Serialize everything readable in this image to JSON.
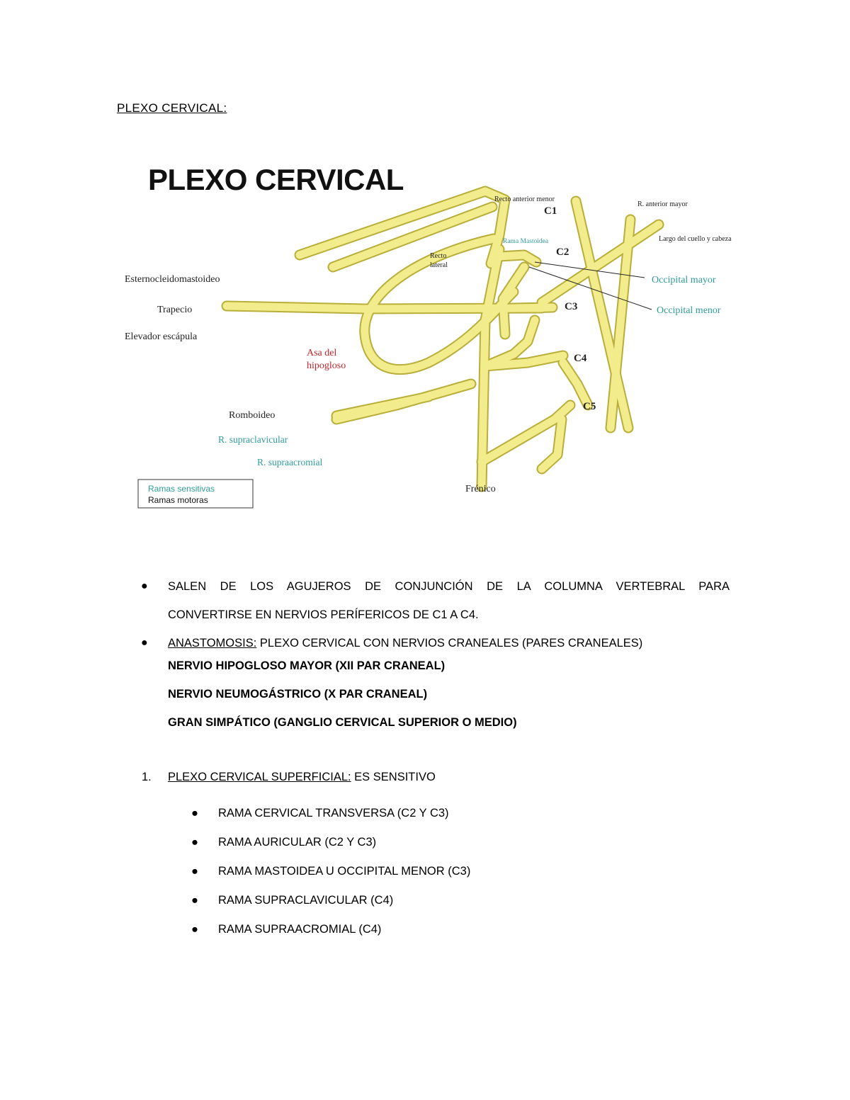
{
  "heading": "PLEXO CERVICAL:",
  "figure": {
    "title": "PLEXO CERVICAL",
    "labels": {
      "recto_anterior_menor": "Recto anterior menor",
      "c1": "C1",
      "c2": "C2",
      "c3": "C3",
      "c4": "C4",
      "c5": "C5",
      "r_anterior_mayor": "R. anterior mayor",
      "largo_cuello": "Largo del cuello y cabeza",
      "rama_mastoidea": "Rama Mastoidea",
      "recto_lateral_1": "Recto",
      "recto_lateral_2": "lateral",
      "occipital_mayor": "Occipital mayor",
      "occipital_menor": "Occipital menor",
      "esternocleidomastoideo": "Esternocleidomastoideo",
      "trapecio": "Trapecio",
      "elevador": "Elevador escápula",
      "asa_1": "Asa del",
      "asa_2": "hipogloso",
      "romboideo": "Romboideo",
      "r_supraclavicular": "R. supraclavicular",
      "r_supraacromial": "R. supraacromial",
      "frenico": "Frénico"
    },
    "legend": {
      "sensitive": "Ramas sensitivas",
      "motor": "Ramas motoras"
    },
    "colors": {
      "nerve": "#F2EC8C",
      "nerve_outline": "#B8AE3A",
      "sensitive_text": "#2E9C9A",
      "asa_text": "#C0262B"
    }
  },
  "bullets": {
    "b1": "SALEN DE LOS AGUJEROS DE CONJUNCIÓN DE LA COLUMNA VERTEBRAL PARA",
    "b1_cont": "CONVERTIRSE EN NERVIOS PERÍFERICOS DE C1 A C4.",
    "b2_label": "ANASTOMOSIS:",
    "b2_text": " PLEXO CERVICAL CON NERVIOS CRANEALES (PARES CRANEALES)",
    "bold1": "NERVIO HIPOGLOSO MAYOR (XII PAR CRANEAL)",
    "bold2": "NERVIO NEUMOGÁSTRICO (X PAR CRANEAL)",
    "bold3": "GRAN SIMPÁTICO (GANGLIO CERVICAL SUPERIOR O MEDIO)"
  },
  "numbered": {
    "num": "1.",
    "label": "PLEXO CERVICAL SUPERFICIAL:",
    "text": " ES SENSITIVO",
    "items": [
      "RAMA CERVICAL TRANSVERSA (C2 Y C3)",
      "RAMA AURICULAR (C2 Y C3)",
      "RAMA MASTOIDEA U OCCIPITAL MENOR (C3)",
      "RAMA SUPRACLAVICULAR (C4)",
      "RAMA SUPRAACROMIAL (C4)"
    ]
  }
}
